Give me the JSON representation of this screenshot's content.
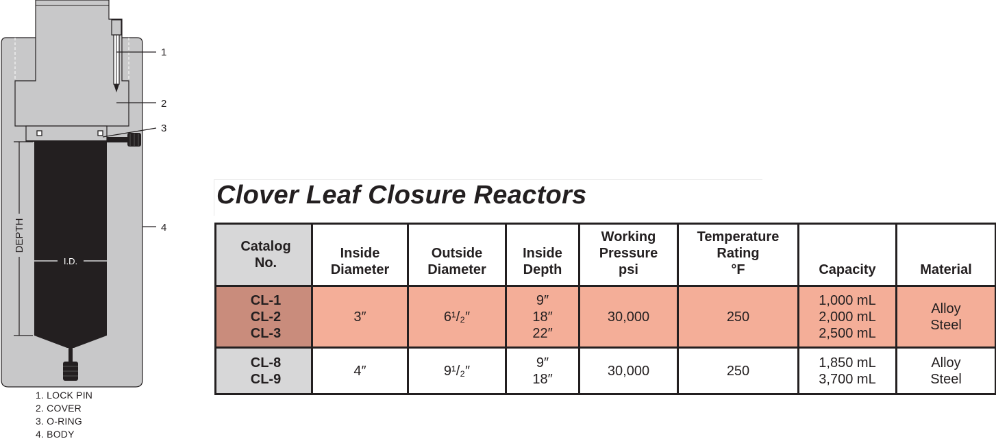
{
  "diagram": {
    "callouts": [
      "1",
      "2",
      "3",
      "4"
    ],
    "depth_label": "DEPTH",
    "id_label": "I.D.",
    "legend": [
      "1. LOCK PIN",
      "2. COVER",
      "3. O-RING",
      "4. BODY"
    ],
    "colors": {
      "body": "#c8c8c9",
      "cavity": "#231f20",
      "outline": "#231f20"
    }
  },
  "title": "Clover Leaf Closure Reactors",
  "table": {
    "headers": [
      [
        "Catalog",
        "No."
      ],
      [
        "Inside",
        "Diameter"
      ],
      [
        "Outside",
        "Diameter"
      ],
      [
        "Inside",
        "Depth"
      ],
      [
        "Working",
        "Pressure",
        "psi"
      ],
      [
        "Temperature",
        "Rating",
        "°F"
      ],
      [
        "Capacity"
      ],
      [
        "Material"
      ]
    ],
    "rows": [
      {
        "catalog": [
          "CL-1",
          "CL-2",
          "CL-3"
        ],
        "inside_diameter": "3″",
        "outside_diameter": "6¹/₂″",
        "inside_depth": [
          "9″",
          "18″",
          "22″"
        ],
        "pressure": "30,000",
        "temperature": "250",
        "capacity": [
          "1,000 mL",
          "2,000 mL",
          "2,500 mL"
        ],
        "material": [
          "Alloy",
          "Steel"
        ]
      },
      {
        "catalog": [
          "CL-8",
          "CL-9"
        ],
        "inside_diameter": "4″",
        "outside_diameter": "9¹/₂″",
        "inside_depth": [
          "9″",
          "18″"
        ],
        "pressure": "30,000",
        "temperature": "250",
        "capacity": [
          "1,850 mL",
          "3,700 mL"
        ],
        "material": [
          "Alloy",
          "Steel"
        ]
      }
    ],
    "colors": {
      "header_catalog_bg": "#d7d7d8",
      "highlight_row_bg": "#f4ae98",
      "highlight_catalog_bg": "#c98c7c"
    }
  }
}
